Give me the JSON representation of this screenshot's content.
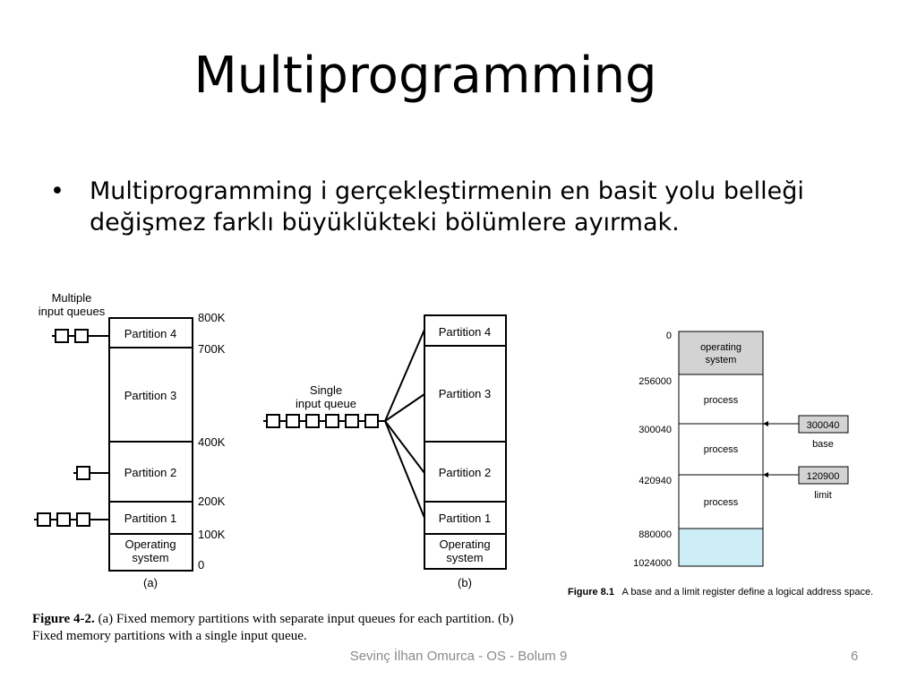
{
  "slide": {
    "title": "Multiprogramming",
    "bullet": "Multiprogramming i gerçekleştirmenin en basit yolu belleği değişmez farklı büyüklükteki bölümlere ayırmak.",
    "footer": "Sevinç İlhan Omurca - OS - Bolum 9",
    "page_number": "6"
  },
  "fig_a": {
    "queues_label_line1": "Multiple",
    "queues_label_line2": "input queues",
    "partitions": [
      "Partition 4",
      "Partition 3",
      "Partition 2",
      "Partition 1"
    ],
    "os_line1": "Operating",
    "os_line2": "system",
    "addresses": [
      "800K",
      "700K",
      "400K",
      "200K",
      "100K",
      "0"
    ],
    "sublabel": "(a)"
  },
  "fig_b": {
    "queue_label_line1": "Single",
    "queue_label_line2": "input queue",
    "partitions": [
      "Partition 4",
      "Partition 3",
      "Partition 2",
      "Partition 1"
    ],
    "os_line1": "Operating",
    "os_line2": "system",
    "sublabel": "(b)"
  },
  "caption_4_2": {
    "label": "Figure 4-2.",
    "text": "(a) Fixed memory partitions with separate input queues for each partition. (b) Fixed memory partitions with a single input queue."
  },
  "fig_8_1": {
    "addresses": [
      "0",
      "256000",
      "300040",
      "420940",
      "880000",
      "1024000"
    ],
    "os_line1": "operating",
    "os_line2": "system",
    "process_label": "process",
    "base_value": "300040",
    "base_label": "base",
    "limit_value": "120900",
    "limit_label": "limit",
    "os_fill": "#d3d3d3",
    "free_fill": "#cdeef7",
    "caption_label": "Figure 8.1",
    "caption_text": "A base and a limit register define a logical address space."
  }
}
